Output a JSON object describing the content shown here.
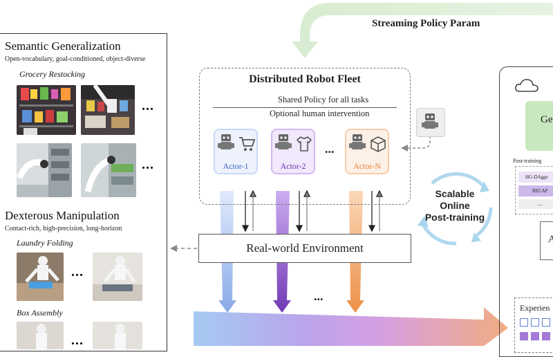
{
  "banner": {
    "label": "Streaming Policy Param"
  },
  "left_panel": {
    "semantic": {
      "title": "Semantic Generalization",
      "subtitle": "Open-vocabulary, goal-conditioned, object-diverse",
      "task": "Grocery Restocking",
      "ellipsis": "..."
    },
    "dexterous": {
      "title": "Dexterous Manipulation",
      "subtitle": "Contact-rich, high-precision, long-horizon",
      "task1": "Laundry Folding",
      "task2": "Box Assembly",
      "ellipsis": "..."
    }
  },
  "fleet": {
    "title": "Distributed Robot Fleet",
    "line1": "Shared Policy for all tasks",
    "line2": "Optional human intervention",
    "actors": [
      {
        "label": "Actor-1",
        "color": "#3d63c9",
        "icon": "cart-icon"
      },
      {
        "label": "Actor-2",
        "color": "#6a2fb0",
        "icon": "shirt-icon"
      },
      {
        "label": "Actor-N",
        "color": "#e8823a",
        "icon": "box-icon"
      }
    ],
    "ellipsis": "..."
  },
  "environment": {
    "label": "Real-world Environment"
  },
  "cycle": {
    "line1": "Scalable",
    "line2": "Online",
    "line3": "Post-training"
  },
  "bottom": {
    "ellipsis": "..."
  },
  "right_panel": {
    "top_fragment": "Ge",
    "post_training_fragment": "Post-training",
    "item1": "HG-DAgge",
    "item2": "RECAP",
    "item3": "...",
    "mid_fragment": "A",
    "experience_fragment": "Experien"
  }
}
